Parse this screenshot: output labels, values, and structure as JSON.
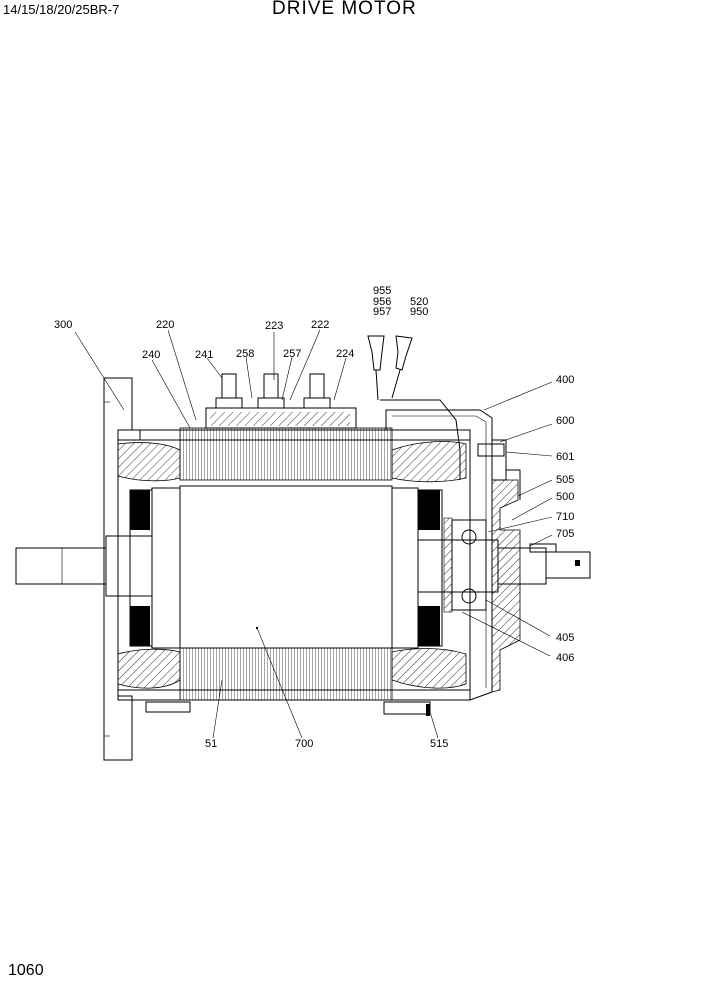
{
  "header": {
    "model": "14/15/18/20/25BR-7",
    "title": "DRIVE MOTOR"
  },
  "page_number": "1060",
  "callouts": [
    {
      "id": "c300",
      "label": "300"
    },
    {
      "id": "c220",
      "label": "220"
    },
    {
      "id": "c240",
      "label": "240"
    },
    {
      "id": "c241",
      "label": "241"
    },
    {
      "id": "c258",
      "label": "258"
    },
    {
      "id": "c223",
      "label": "223"
    },
    {
      "id": "c257",
      "label": "257"
    },
    {
      "id": "c222",
      "label": "222"
    },
    {
      "id": "c224",
      "label": "224"
    },
    {
      "id": "c955",
      "label": "955"
    },
    {
      "id": "c956",
      "label": "956"
    },
    {
      "id": "c957",
      "label": "957"
    },
    {
      "id": "c520",
      "label": "520"
    },
    {
      "id": "c950",
      "label": "950"
    },
    {
      "id": "c400",
      "label": "400"
    },
    {
      "id": "c600",
      "label": "600"
    },
    {
      "id": "c601",
      "label": "601"
    },
    {
      "id": "c505",
      "label": "505"
    },
    {
      "id": "c500",
      "label": "500"
    },
    {
      "id": "c710",
      "label": "710"
    },
    {
      "id": "c705",
      "label": "705"
    },
    {
      "id": "c405",
      "label": "405"
    },
    {
      "id": "c406",
      "label": "406"
    },
    {
      "id": "c51",
      "label": "51"
    },
    {
      "id": "c700",
      "label": "700"
    },
    {
      "id": "c515",
      "label": "515"
    }
  ]
}
